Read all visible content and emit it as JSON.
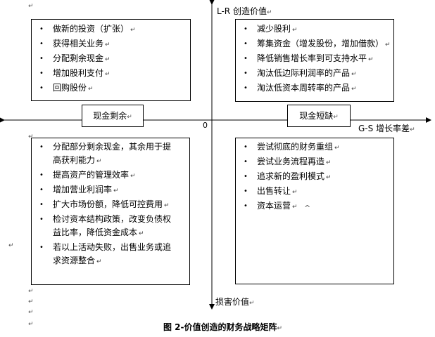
{
  "axis": {
    "top_label": "L-R 创造价值",
    "bottom_label": "损害价值",
    "right_label": "G-S 增长率差",
    "origin": "0"
  },
  "quadrants": {
    "top_left": {
      "items": [
        [
          "做新的投资（扩张）"
        ],
        [
          "获得相关业务"
        ],
        [
          "分配剩余现金"
        ],
        [
          "增加股利支付"
        ],
        [
          "回购股份"
        ]
      ]
    },
    "top_right": {
      "items": [
        [
          "减少股利"
        ],
        [
          "筹集资金（增发股份，增加借款）"
        ],
        [
          "降低销售增长率到可支持水平"
        ],
        [
          "淘汰低边际利润率的产品"
        ],
        [
          "淘汰低资本周转率的产品"
        ]
      ]
    },
    "bottom_left": {
      "items": [
        [
          "分配部分剩余现金，其余用于提",
          "高获利能力"
        ],
        [
          "提高资产的管理效率"
        ],
        [
          "增加营业利润率"
        ],
        [
          "扩大市场份额，降低可控费用"
        ],
        [
          "检讨资本结构政策，改变负债权",
          "益比率，降低资金成本"
        ],
        [
          "若以上活动失败，出售业务或追",
          "求资源整合"
        ]
      ]
    },
    "bottom_right": {
      "items": [
        [
          "尝试彻底的财务重组"
        ],
        [
          "尝试业务流程再造"
        ],
        [
          "追求新的盈利模式"
        ],
        [
          "出售转让"
        ],
        [
          "资本运营"
        ]
      ]
    }
  },
  "labels": {
    "cash_surplus": "现金剩余",
    "cash_shortage": "现金短缺"
  },
  "marks": {
    "bullet": "•",
    "paragraph": "↵",
    "caret": "^"
  },
  "caption": "图 2-价值创造的财务战略矩阵"
}
